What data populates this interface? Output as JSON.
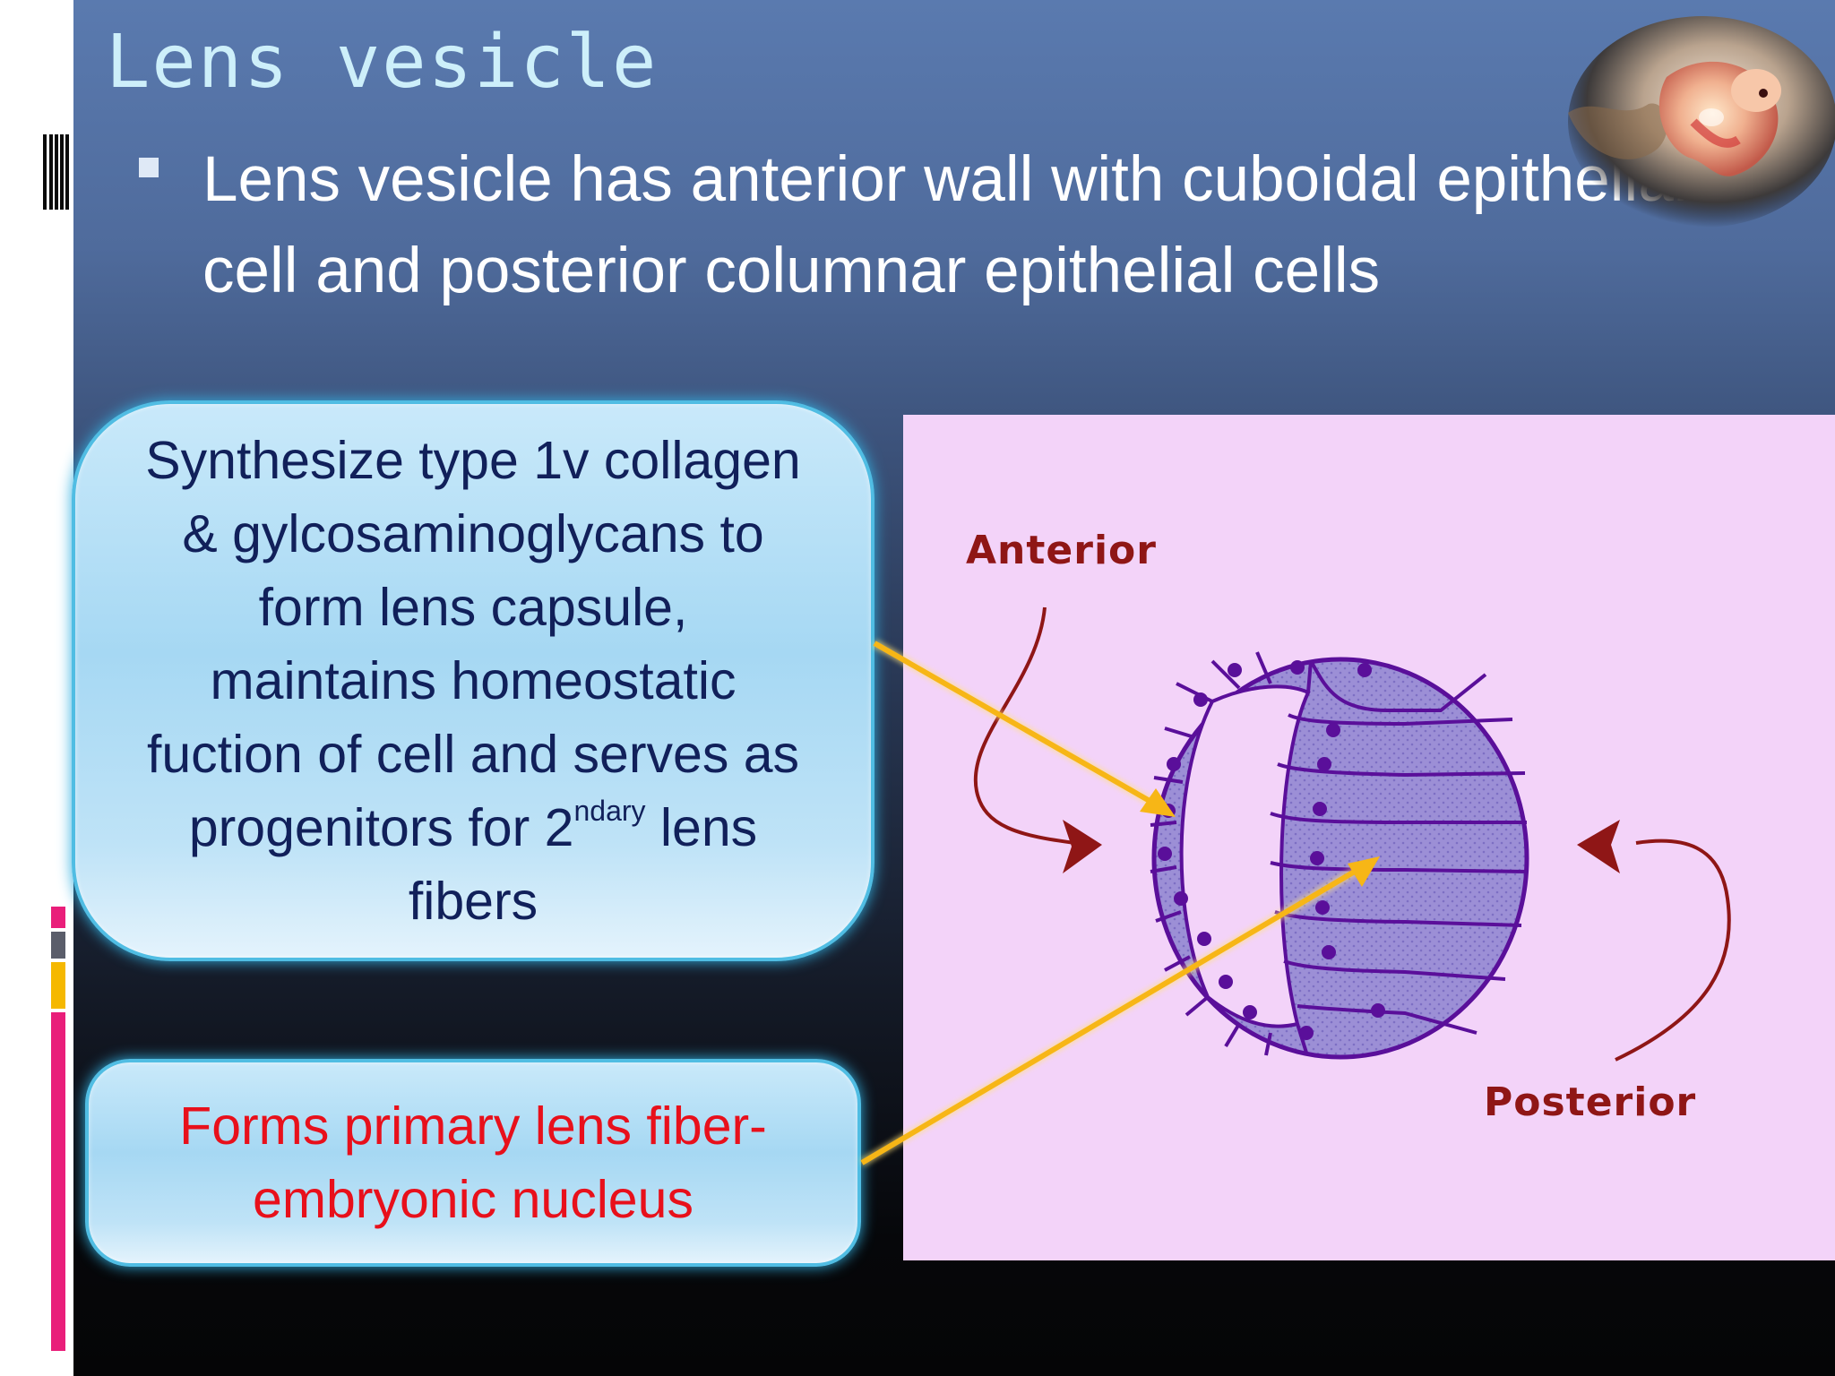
{
  "slide": {
    "title": "Lens vesicle",
    "bullet": "Lens vesicle has anterior wall with cuboidal epithelial cell and posterior  columnar epithelial cells"
  },
  "callouts": {
    "top": {
      "line1": "Synthesize type 1v collagen",
      "line2": "& gylcosaminoglycans to",
      "line3": "form lens capsule,",
      "line4": "maintains homeostatic",
      "line5": "fuction of cell and serves as",
      "line6_pre": "progenitors for 2",
      "line6_sup": "ndary",
      "line6_post": " lens",
      "line7": "fibers"
    },
    "bottom": {
      "line1": "Forms primary lens fiber-",
      "line2": "embryonic nucleus"
    }
  },
  "diagram": {
    "anterior_label": "Anterior",
    "posterior_label": "Posterior"
  },
  "colors": {
    "title": "#cdeffa",
    "bullet_text": "#ffffff",
    "callout_top_text": "#11205a",
    "callout_bottom_text": "#e8101b",
    "diagram_background": "#f3d3f9",
    "cell_fill": "#9c8fd6",
    "cell_outline": "#5a0f9a",
    "label": "#8f1616",
    "pointer_arrow": "#f7b616",
    "deco_gray": "#5a5d6a",
    "deco_orange": "#f5b800",
    "deco_pink": "#e91e7a"
  },
  "icons": {
    "bullet": "square-bullet-icon",
    "photo": "embryo-photo-icon"
  }
}
